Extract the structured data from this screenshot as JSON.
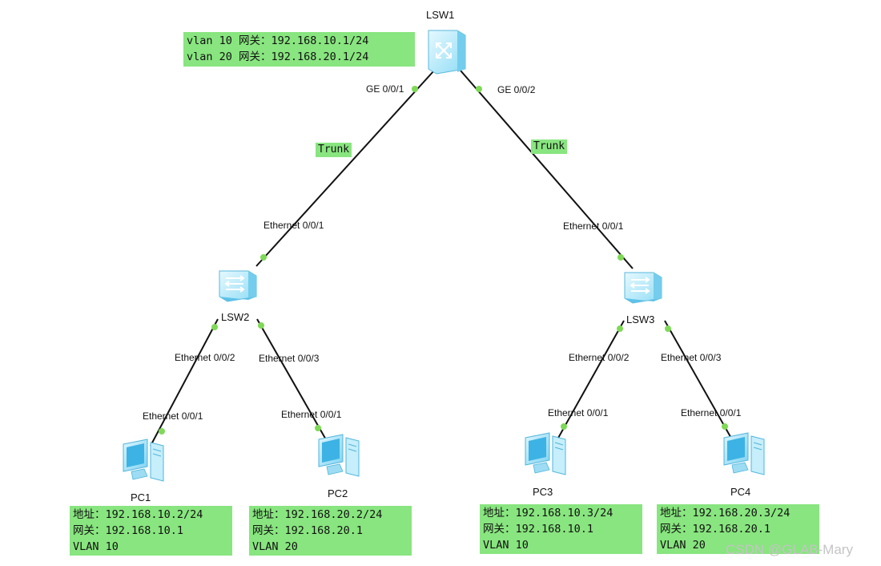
{
  "colors": {
    "link": "#111111",
    "port_dot": "#7ed957",
    "note_bg": "#88e57f",
    "switch_body": "#b9ecfa",
    "switch_dark": "#5ec7ee"
  },
  "devices": {
    "lsw1": {
      "name": "LSW1",
      "icon": "core-switch-icon"
    },
    "lsw2": {
      "name": "LSW2",
      "icon": "switch-icon"
    },
    "lsw3": {
      "name": "LSW3",
      "icon": "switch-icon"
    },
    "pc1": {
      "name": "PC1",
      "icon": "pc-icon"
    },
    "pc2": {
      "name": "PC2",
      "icon": "pc-icon"
    },
    "pc3": {
      "name": "PC3",
      "icon": "pc-icon"
    },
    "pc4": {
      "name": "PC4",
      "icon": "pc-icon"
    }
  },
  "ports": {
    "lsw1_ge1": "GE 0/0/1",
    "lsw1_ge2": "GE 0/0/2",
    "lsw2_up": "Ethernet 0/0/1",
    "lsw3_up": "Ethernet 0/0/1",
    "lsw2_p2": "Ethernet 0/0/2",
    "lsw2_p3": "Ethernet 0/0/3",
    "lsw3_p2": "Ethernet 0/0/2",
    "lsw3_p3": "Ethernet 0/0/3",
    "pc1_p": "Ethernet 0/0/1",
    "pc2_p": "Ethernet 0/0/1",
    "pc3_p": "Ethernet 0/0/1",
    "pc4_p": "Ethernet 0/0/1"
  },
  "links": {
    "trunk_left": "Trunk",
    "trunk_right": "Trunk"
  },
  "notes": {
    "gateway": [
      "vlan 10 网关：192.168.10.1/24",
      "vlan 20 网关：192.168.20.1/24"
    ],
    "pc1": [
      "地址：192.168.10.2/24",
      "网关：192.168.10.1",
      "VLAN 10"
    ],
    "pc2": [
      "地址：192.168.20.2/24",
      "网关：192.168.20.1",
      "VLAN 20"
    ],
    "pc3": [
      "地址：192.168.10.3/24",
      "网关：192.168.10.1",
      "VLAN 10"
    ],
    "pc4": [
      "地址：192.168.20.3/24",
      "网关：192.168.20.1",
      "VLAN 20"
    ]
  },
  "watermark": "CSDN @GLAB-Mary"
}
